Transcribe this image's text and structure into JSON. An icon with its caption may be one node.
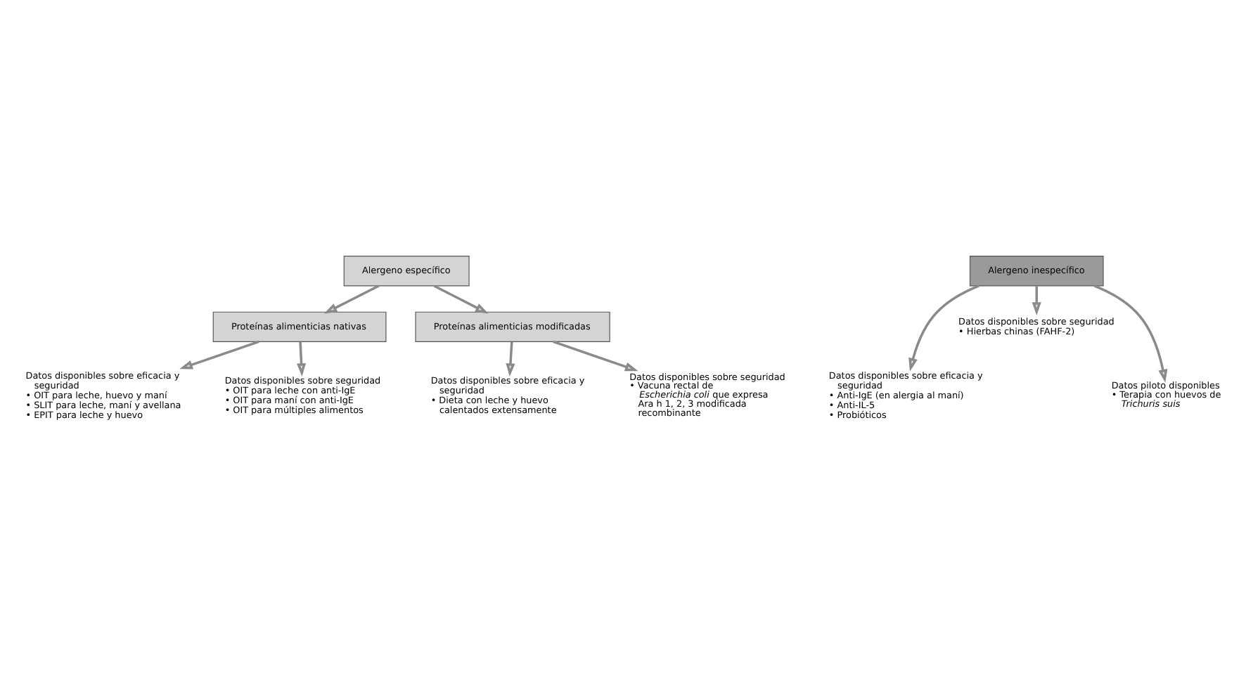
{
  "diagram": {
    "nodes": [
      {
        "text": [
          "Alergeno específico"
        ]
      },
      {
        "text": [
          "Proteínas alimenticias nativas"
        ]
      },
      {
        "text": [
          "Proteínas alimenticias modificadas"
        ]
      },
      {
        "text": [
          "Datos disponibles sobre eficacia y seguridad",
          "• OIT para leche, huevo y maní",
          "• SLIT para leche, maní y avellana",
          "• EPIT para leche y huevo"
        ]
      },
      {
        "text": [
          "Datos disponibles sobre seguridad",
          "• OIT para leche con anti-IgE",
          "• OIT para maní con anti-IgE",
          "• OIT para múltiples alimentos"
        ]
      },
      {
        "text": [
          "Datos disponibles sobre eficacia y seguridad",
          "• Dieta con leche y huevo calentados extensamente"
        ]
      },
      {
        "text": [
          "Datos disponibles sobre seguridad",
          "• Vacuna rectal de *Escherichia coli* que expresa Ara h 1, 2, 3 modificada recombinante"
        ]
      },
      {
        "text": [
          "Alergeno inespecífico"
        ]
      },
      {
        "text": [
          "Datos disponibles sobre eficacia y seguridad",
          "• Anti-IgE (en alergia al maní)",
          "• Anti-IL-5",
          "• Probióticos"
        ]
      },
      {
        "text": [
          "Datos disponibles sobre seguridad",
          "• Hierbas chinas (FAHF-2)"
        ]
      },
      {
        "text": [
          "Datos piloto disponibles",
          "• Terapia con huevos de *Trichuris suis*"
        ]
      }
    ],
    "edges": [
      {
        "from": 0,
        "to": 1,
        "arrow": "to"
      },
      {
        "from": 0,
        "to": 2,
        "arrow": "to"
      },
      {
        "from": 1,
        "to": 3,
        "arrow": "to"
      },
      {
        "from": 1,
        "to": 4,
        "arrow": "to"
      },
      {
        "from": 2,
        "to": 5,
        "arrow": "to"
      },
      {
        "from": 2,
        "to": 6,
        "arrow": "to"
      },
      {
        "from": 7,
        "to": 10,
        "arrow": "to"
      },
      {
        "from": 7,
        "to": 9,
        "arrow": "to"
      },
      {
        "from": 7,
        "to": 8,
        "arrow": "to"
      }
    ]
  }
}
